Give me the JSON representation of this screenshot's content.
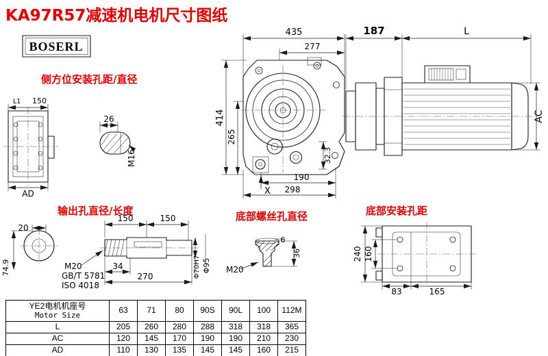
{
  "title": "KA97R57减速机电机尺寸图纸",
  "logo": "BOSERL",
  "annotations": {
    "side_mount": "侧方位安装孔距/直径",
    "output_hole": "输出孔直径/长度",
    "bottom_screw": "底部螺丝孔直径",
    "bottom_mount": "底部安装孔距"
  },
  "dims": {
    "front": {
      "w": "435",
      "iw": "277",
      "h": "414",
      "ch": "265",
      "bi": "190",
      "bw": "298",
      "x_mark": "X",
      "ang": "32.3"
    },
    "motor": {
      "flange": "187",
      "len": "L",
      "ac": "AC"
    },
    "flange_view": {
      "l1": "L1",
      "w": "150",
      "ad": "AD"
    },
    "shaft_detail": {
      "w": "26",
      "thread": "M16"
    },
    "output": {
      "d": "20",
      "across": "74.9",
      "l1": "150",
      "l2": "150",
      "thread": "M20",
      "std1": "GB/T 5781",
      "std2": "ISO 4018",
      "key": "34",
      "len": "270",
      "bore": "Φ70H7",
      "hub": "Φ95"
    },
    "screw": {
      "d": "6",
      "h": "36",
      "thread": "M20"
    },
    "base": {
      "h": "240",
      "ih": "160",
      "w1": "83",
      "w2": "165"
    }
  },
  "table": {
    "header_cn": "YE2电机机座号",
    "header_en": "Motor Size",
    "sizes": [
      "63",
      "71",
      "80",
      "90S",
      "90L",
      "100",
      "112M"
    ],
    "rows": [
      {
        "label": "L",
        "values": [
          "205",
          "260",
          "280",
          "288",
          "318",
          "318",
          "365"
        ]
      },
      {
        "label": "AC",
        "values": [
          "120",
          "145",
          "170",
          "190",
          "190",
          "210",
          "230"
        ]
      },
      {
        "label": "AD",
        "values": [
          "110",
          "130",
          "135",
          "145",
          "145",
          "160",
          "215"
        ]
      }
    ]
  }
}
